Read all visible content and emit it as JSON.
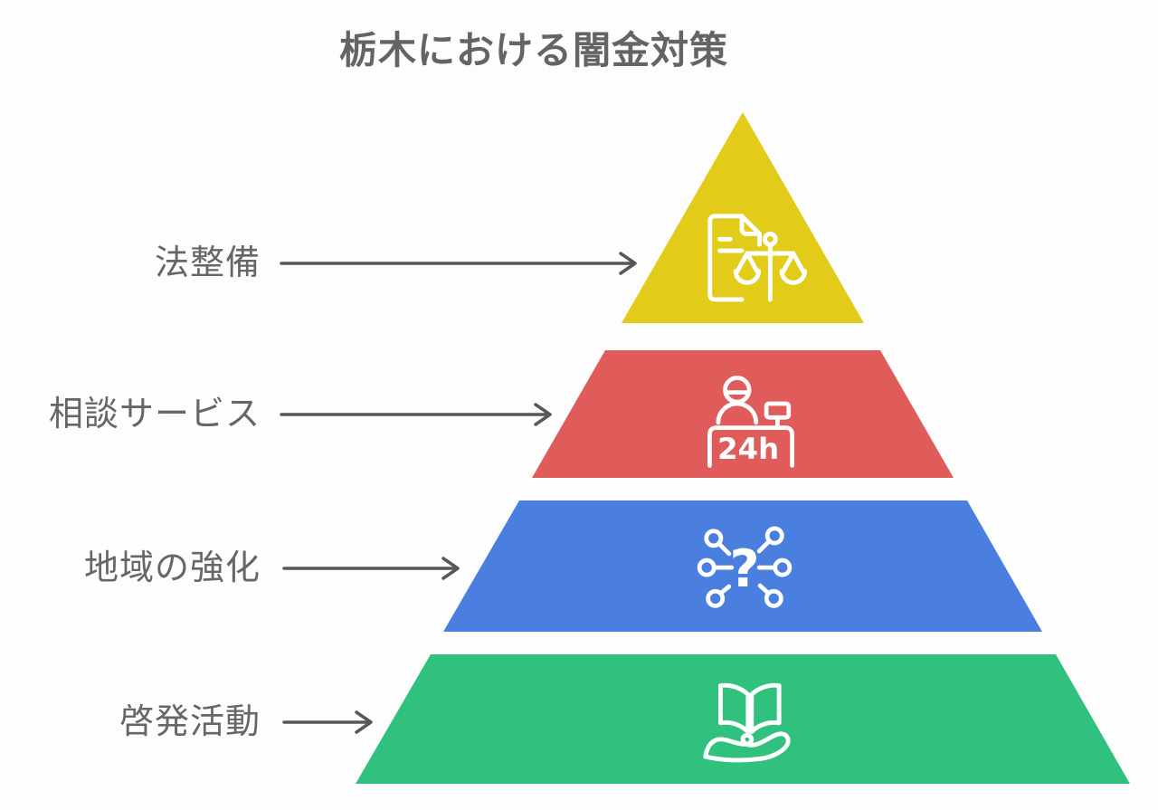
{
  "title": "栃木における闇金対策",
  "colors": {
    "background": "#fdfdfd",
    "label_text": "#666666",
    "arrow": "#575757",
    "icon_stroke": "#ffffff"
  },
  "pyramid": {
    "levels": [
      {
        "label": "法整備",
        "color": "#e3cb19",
        "icon": "legal-document-scales-icon"
      },
      {
        "label": "相談サービス",
        "color": "#e05c5b",
        "icon": "support-desk-24h-icon",
        "icon_text": "24h"
      },
      {
        "label": "地域の強化",
        "color": "#4a7fe0",
        "icon": "network-question-icon",
        "icon_text": "?"
      },
      {
        "label": "啓発活動",
        "color": "#31c17e",
        "icon": "book-over-hand-icon"
      }
    ]
  }
}
